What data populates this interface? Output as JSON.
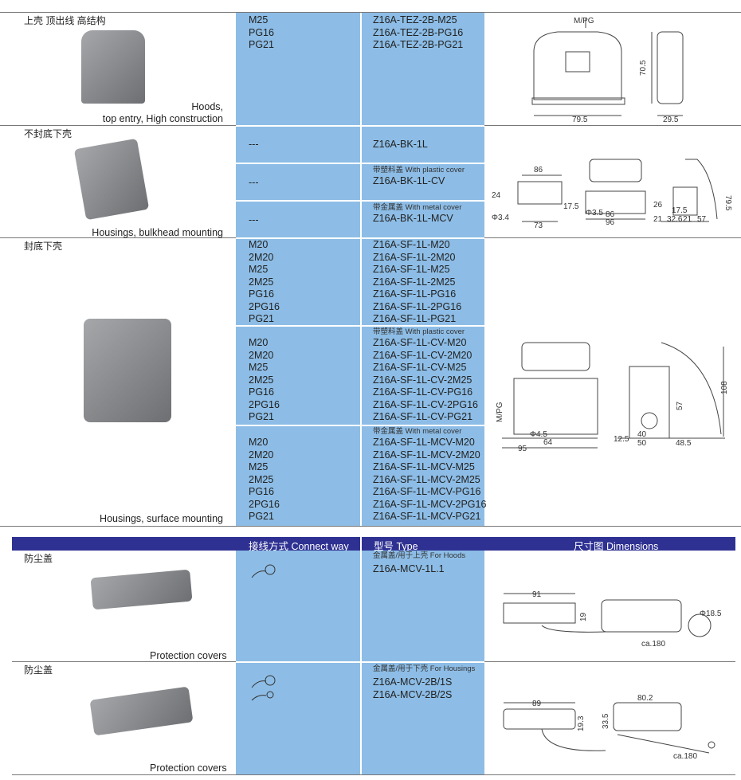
{
  "rows": [
    {
      "zh": "上壳 顶出线 高结构",
      "en": [
        "Hoods,",
        "top entry, High construction"
      ],
      "sub": [
        {
          "entries": [
            "M25",
            "PG16",
            "PG21"
          ],
          "types": [
            "Z16A-TEZ-2B-M25",
            "Z16A-TEZ-2B-PG16",
            "Z16A-TEZ-2B-PG21"
          ]
        }
      ],
      "dims": [
        "M/PG",
        "70.5",
        "79.5",
        "29.5"
      ]
    },
    {
      "zh": "不封底下壳",
      "en": [
        "Housings, bulkhead mounting"
      ],
      "sub": [
        {
          "entries": [
            "---"
          ],
          "types": [
            "Z16A-BK-1L"
          ]
        },
        {
          "entries": [
            "---"
          ],
          "note": "带塑料盖 With plastic cover",
          "types": [
            "Z16A-BK-1L-CV"
          ]
        },
        {
          "entries": [
            "---"
          ],
          "note": "带金属盖 With metal cover",
          "types": [
            "Z16A-BK-1L-MCV"
          ]
        }
      ],
      "dims": [
        "86",
        "24",
        "17.5",
        "Φ3.4",
        "73",
        "Φ3.5",
        "86",
        "96",
        "26",
        "17.5",
        "21",
        "32.6",
        "21",
        "57",
        "79.5"
      ]
    },
    {
      "zh": "封底下壳",
      "en": [
        "Housings, surface mounting"
      ],
      "sub": [
        {
          "entries": [
            "M20",
            "2M20",
            "M25",
            "2M25",
            "PG16",
            "2PG16",
            "PG21"
          ],
          "types": [
            "Z16A-SF-1L-M20",
            "Z16A-SF-1L-2M20",
            "Z16A-SF-1L-M25",
            "Z16A-SF-1L-2M25",
            "Z16A-SF-1L-PG16",
            "Z16A-SF-1L-2PG16",
            "Z16A-SF-1L-PG21"
          ]
        },
        {
          "entries": [
            "M20",
            "2M20",
            "M25",
            "2M25",
            "PG16",
            "2PG16",
            "PG21"
          ],
          "note": "带塑料盖 With plastic cover",
          "types": [
            "Z16A-SF-1L-CV-M20",
            "Z16A-SF-1L-CV-2M20",
            "Z16A-SF-1L-CV-M25",
            "Z16A-SF-1L-CV-2M25",
            "Z16A-SF-1L-CV-PG16",
            "Z16A-SF-1L-CV-2PG16",
            "Z16A-SF-1L-CV-PG21"
          ]
        },
        {
          "entries": [
            "M20",
            "2M20",
            "M25",
            "2M25",
            "PG16",
            "2PG16",
            "PG21"
          ],
          "note": "带金属盖 With metal cover",
          "types": [
            "Z16A-SF-1L-MCV-M20",
            "Z16A-SF-1L-MCV-2M20",
            "Z16A-SF-1L-MCV-M25",
            "Z16A-SF-1L-MCV-2M25",
            "Z16A-SF-1L-MCV-PG16",
            "Z16A-SF-1L-MCV-2PG16",
            "Z16A-SF-1L-MCV-PG21"
          ]
        }
      ],
      "dims": [
        "M/PG",
        "Φ4.5",
        "64",
        "95",
        "108",
        "57",
        "12.5",
        "40",
        "50",
        "48.5"
      ]
    }
  ],
  "header": {
    "connect": "接线方式 Connect way",
    "type": "型号 Type",
    "dimensions": "尺寸图 Dimensions"
  },
  "covers": [
    {
      "zh": "防尘盖",
      "en": "Protection covers",
      "note": "金属盖/用于上壳 For Hoods",
      "types": [
        "Z16A-MCV-1L.1"
      ],
      "dims": [
        "91",
        "19",
        "Φ18.5",
        "ca.180"
      ]
    },
    {
      "zh": "防尘盖",
      "en": "Protection covers",
      "note": "金属盖/用于下壳 For Housings",
      "types": [
        "Z16A-MCV-2B/1S",
        "Z16A-MCV-2B/2S"
      ],
      "dims": [
        "89",
        "19.3",
        "80.2",
        "33.5",
        "ca.180"
      ]
    }
  ],
  "colors": {
    "cell": "#8dbde6",
    "header": "#2e3192"
  }
}
